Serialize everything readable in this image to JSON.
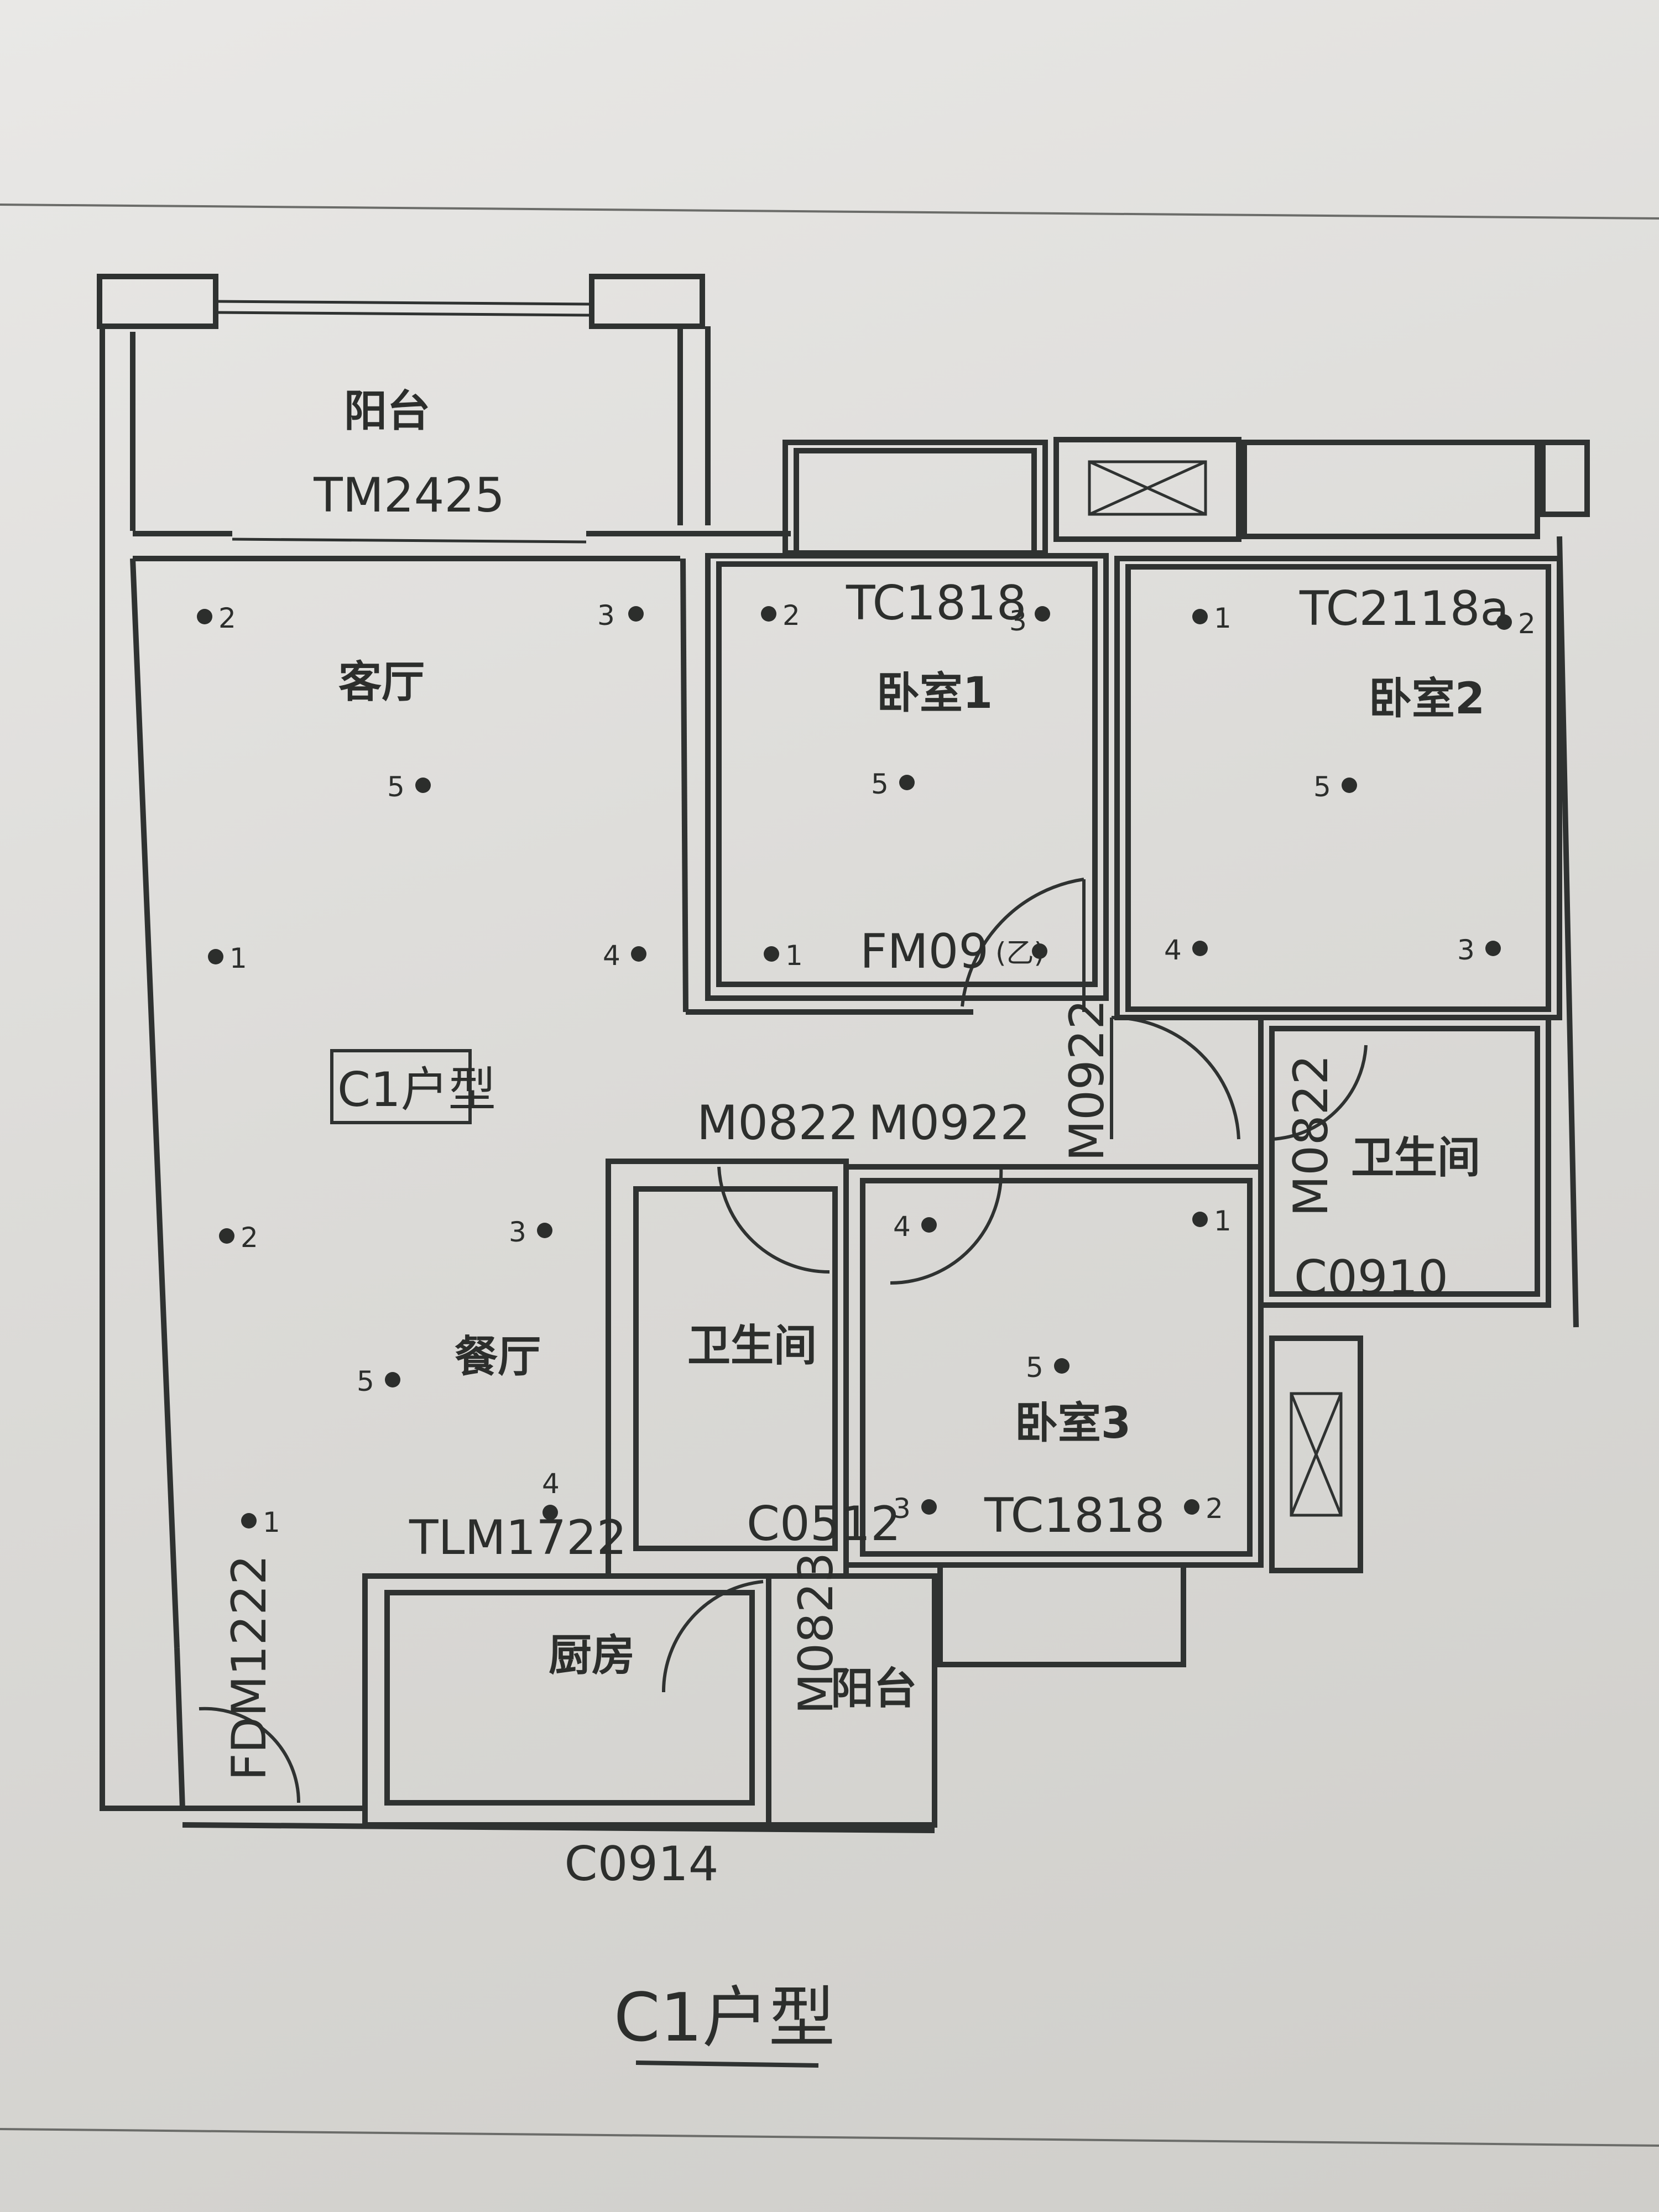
{
  "rooms": {
    "balcony_top": "阳台",
    "living": "客厅",
    "bedroom1": "卧室1",
    "bedroom2": "卧室2",
    "dining": "餐厅",
    "bath_center": "卫生间",
    "bath_right": "卫生间",
    "bedroom3": "卧室3",
    "kitchen": "厨房",
    "balcony_small": "阳台"
  },
  "codes": {
    "tm2425": "TM2425",
    "tc1818_top": "TC1818",
    "tc1818_top_sub": "3",
    "tc2118a": "TC2118a",
    "fm09": "FM09",
    "fm09_note": "(乙)",
    "m0922_vertical": "M0922",
    "m0822_right": "M0822",
    "m0822": "M0822",
    "m0922": "M0922",
    "c0910": "C0910",
    "tlm1722": "TLM1722",
    "c0512": "C0512",
    "tc1818_bottom": "TC1818",
    "m0823": "M0823",
    "fdm1222": "FDM1222",
    "c0914": "C0914"
  },
  "unit_label": "C1户型",
  "title": "C1户型",
  "points": {
    "one": "1",
    "two": "2",
    "three": "3",
    "four": "4",
    "five": "5"
  }
}
